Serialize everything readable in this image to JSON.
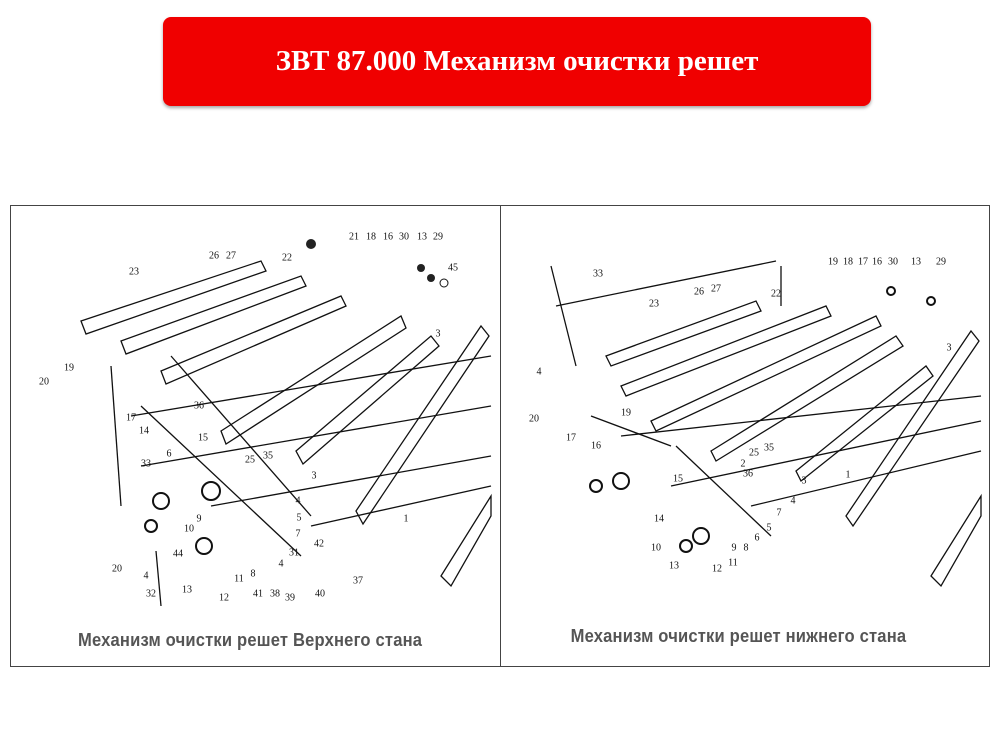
{
  "title": "ЗВТ 87.000 Механизм очистки решет",
  "left_panel": {
    "caption": "Механизм очистки решет Верхнего стана",
    "labels": [
      "21",
      "18",
      "16",
      "30",
      "13",
      "29",
      "45",
      "26",
      "27",
      "22",
      "23",
      "3",
      "19",
      "20",
      "36",
      "17",
      "14",
      "15",
      "6",
      "25",
      "35",
      "33",
      "3",
      "4",
      "5",
      "7",
      "1",
      "31",
      "10",
      "9",
      "44",
      "42",
      "37",
      "20",
      "4",
      "8",
      "4",
      "11",
      "32",
      "13",
      "12",
      "41",
      "38",
      "39",
      "40"
    ]
  },
  "right_panel": {
    "caption": "Механизм очистки решет нижнего стана",
    "labels": [
      "19",
      "18",
      "17",
      "16",
      "30",
      "13",
      "29",
      "33",
      "23",
      "26",
      "27",
      "22",
      "3",
      "4",
      "20",
      "19",
      "17",
      "16",
      "25",
      "35",
      "2",
      "36",
      "3",
      "15",
      "1",
      "4",
      "7",
      "5",
      "14",
      "6",
      "8",
      "9",
      "10",
      "11",
      "13",
      "12"
    ]
  },
  "colors": {
    "banner": "#f00000",
    "caption": "#555555"
  }
}
